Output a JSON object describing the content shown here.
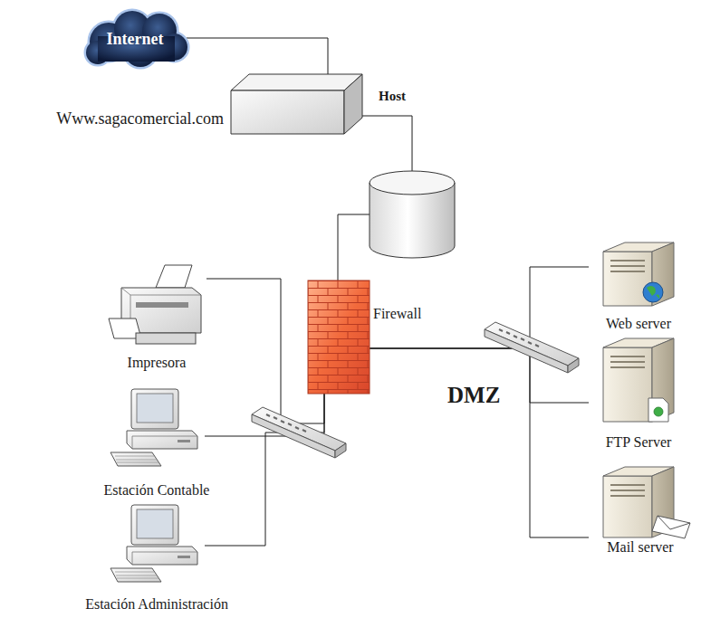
{
  "diagram": {
    "nodes": [
      {
        "text": [
          "Internet"
        ]
      },
      {
        "text": [
          "Host",
          "Www.sagacomercial.com"
        ]
      },
      {
        "text": [
          "Firewall"
        ]
      },
      {
        "text": [
          "Impresora"
        ]
      },
      {
        "text": [
          "Estación Contable"
        ]
      },
      {
        "text": [
          "Estación Administración"
        ]
      },
      {
        "text": [
          "Web server"
        ]
      },
      {
        "text": [
          "FTP Server"
        ]
      },
      {
        "text": [
          "Mail server"
        ]
      }
    ],
    "edges": [
      {
        "from": 0,
        "to": 1,
        "arrow": "none"
      },
      {
        "from": 1,
        "to": 2,
        "arrow": "none"
      },
      {
        "from": 3,
        "to": 2,
        "arrow": "none"
      },
      {
        "from": 4,
        "to": 2,
        "arrow": "none"
      },
      {
        "from": 5,
        "to": 2,
        "arrow": "none"
      },
      {
        "from": 2,
        "to": 6,
        "arrow": "none"
      },
      {
        "from": 2,
        "to": 7,
        "arrow": "none"
      },
      {
        "from": 2,
        "to": 8,
        "arrow": "none"
      }
    ],
    "labels": [
      "DMZ"
    ]
  }
}
